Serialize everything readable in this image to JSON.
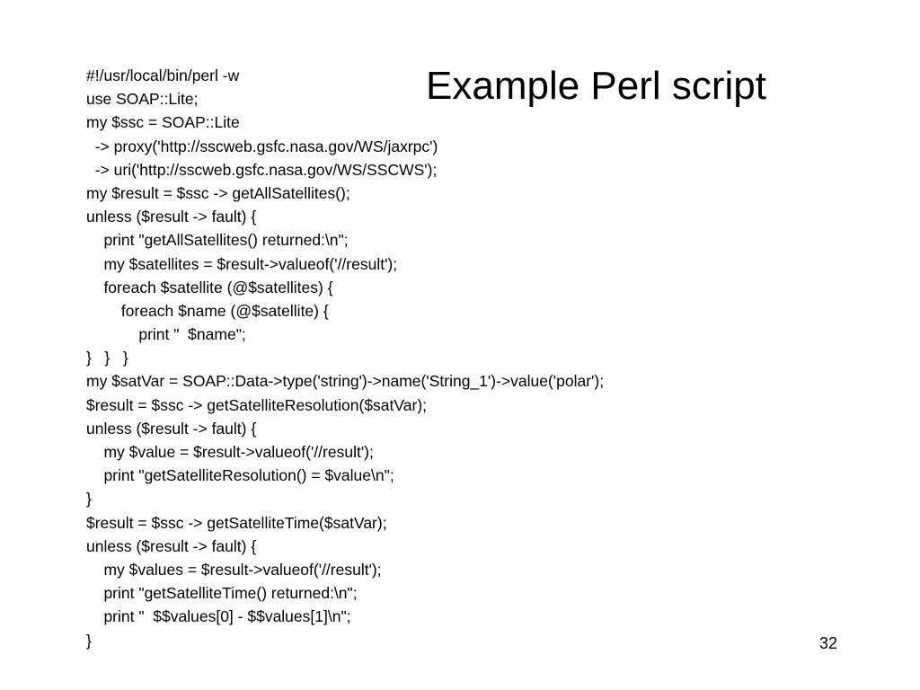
{
  "slide": {
    "title": "Example Perl script",
    "page_number": "32",
    "code_lines": [
      "#!/usr/local/bin/perl -w",
      "use SOAP::Lite;",
      "my $ssc = SOAP::Lite",
      "  -> proxy('http://sscweb.gsfc.nasa.gov/WS/jaxrpc')",
      "  -> uri('http://sscweb.gsfc.nasa.gov/WS/SSCWS');",
      "my $result = $ssc -> getAllSatellites();",
      "unless ($result -> fault) {",
      "    print \"getAllSatellites() returned:\\n\";",
      "    my $satellites = $result->valueof('//result');",
      "    foreach $satellite (@$satellites) {",
      "        foreach $name (@$satellite) {",
      "            print \"  $name\";",
      "}   }   }",
      "my $satVar = SOAP::Data->type('string')->name('String_1')->value('polar');",
      "$result = $ssc -> getSatelliteResolution($satVar);",
      "unless ($result -> fault) {",
      "    my $value = $result->valueof('//result');",
      "    print \"getSatelliteResolution() = $value\\n\";",
      "}",
      "$result = $ssc -> getSatelliteTime($satVar);",
      "unless ($result -> fault) {",
      "    my $values = $result->valueof('//result');",
      "    print \"getSatelliteTime() returned:\\n\";",
      "    print \"  $$values[0] - $$values[1]\\n\";",
      "}"
    ]
  }
}
